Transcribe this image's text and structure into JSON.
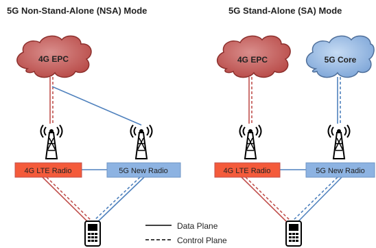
{
  "left": {
    "title": "5G Non-Stand-Alone (NSA) Mode",
    "cloud_label": "4G EPC",
    "lte_label": "4G LTE Radio",
    "nr_label": "5G New Radio"
  },
  "right": {
    "title": "5G Stand-Alone (SA) Mode",
    "epc_label": "4G EPC",
    "core_label": "5G Core",
    "lte_label": "4G LTE Radio",
    "nr_label": "5G New Radio"
  },
  "legend": {
    "data_plane": "Data Plane",
    "control_plane": "Control Plane"
  },
  "colors": {
    "red_cloud": "#c0504d",
    "blue_cloud": "#8db3e2",
    "red_box": "#f45b3b",
    "blue_box": "#8db3e2",
    "red_line": "#c0504d",
    "blue_line": "#4f81bd"
  }
}
